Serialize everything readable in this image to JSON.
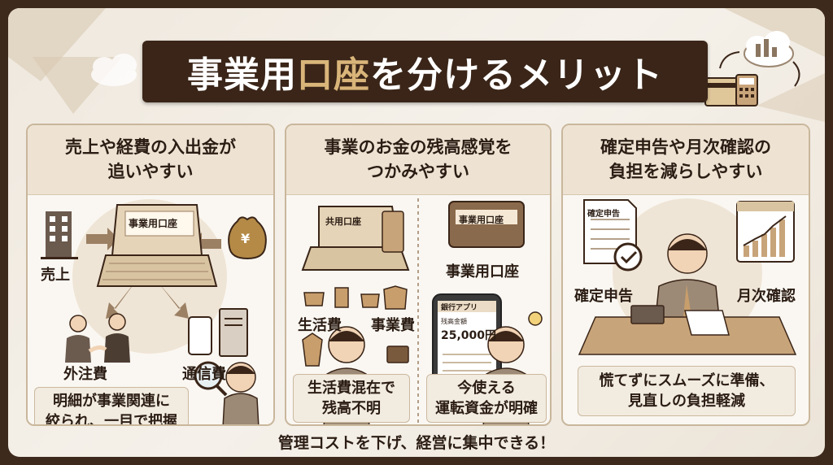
{
  "title": {
    "part1": "事業用",
    "part2": "口座",
    "part3": "を分けるメリット"
  },
  "panels": [
    {
      "heading_line1": "売上や経費の入出金が",
      "heading_line2": "追いやすい",
      "laptop_label": "事業用口座",
      "labels": {
        "sales": "売上",
        "outsourcing": "外注費",
        "telecom": "通信費"
      },
      "yen": "¥",
      "bottom_line1": "明細が事業関連に",
      "bottom_line2": "絞られ、一目で把握"
    },
    {
      "heading_line1": "事業のお金の残高感覚を",
      "heading_line2": "つかみやすい",
      "shared_card": "共用口座",
      "business_card": "事業用口座",
      "business_label": "事業用口座",
      "labels": {
        "living": "生活費",
        "business": "事業費"
      },
      "phone_app": "銀行アプリ",
      "phone_sub": "残高金額",
      "phone_balance": "25,000円",
      "left_box_line1": "生活費混在で",
      "left_box_line2": "残高不明",
      "right_box_line1": "今使える",
      "right_box_line2": "運転資金が明確"
    },
    {
      "heading_line1": "確定申告や月次確認の",
      "heading_line2": "負担を減らしやすい",
      "doc_title": "確定申告",
      "labels": {
        "tax": "確定申告",
        "monthly": "月次確認"
      },
      "bottom_line1": "慌てずにスムーズに準備、",
      "bottom_line2": "見直しの負担軽減"
    }
  ],
  "footer": "管理コストを下げ、経営に集中できる！",
  "colors": {
    "dark": "#3a2518",
    "accent": "#d9b57a",
    "panel_head": "#eee3d3",
    "border": "#c9b79c"
  }
}
